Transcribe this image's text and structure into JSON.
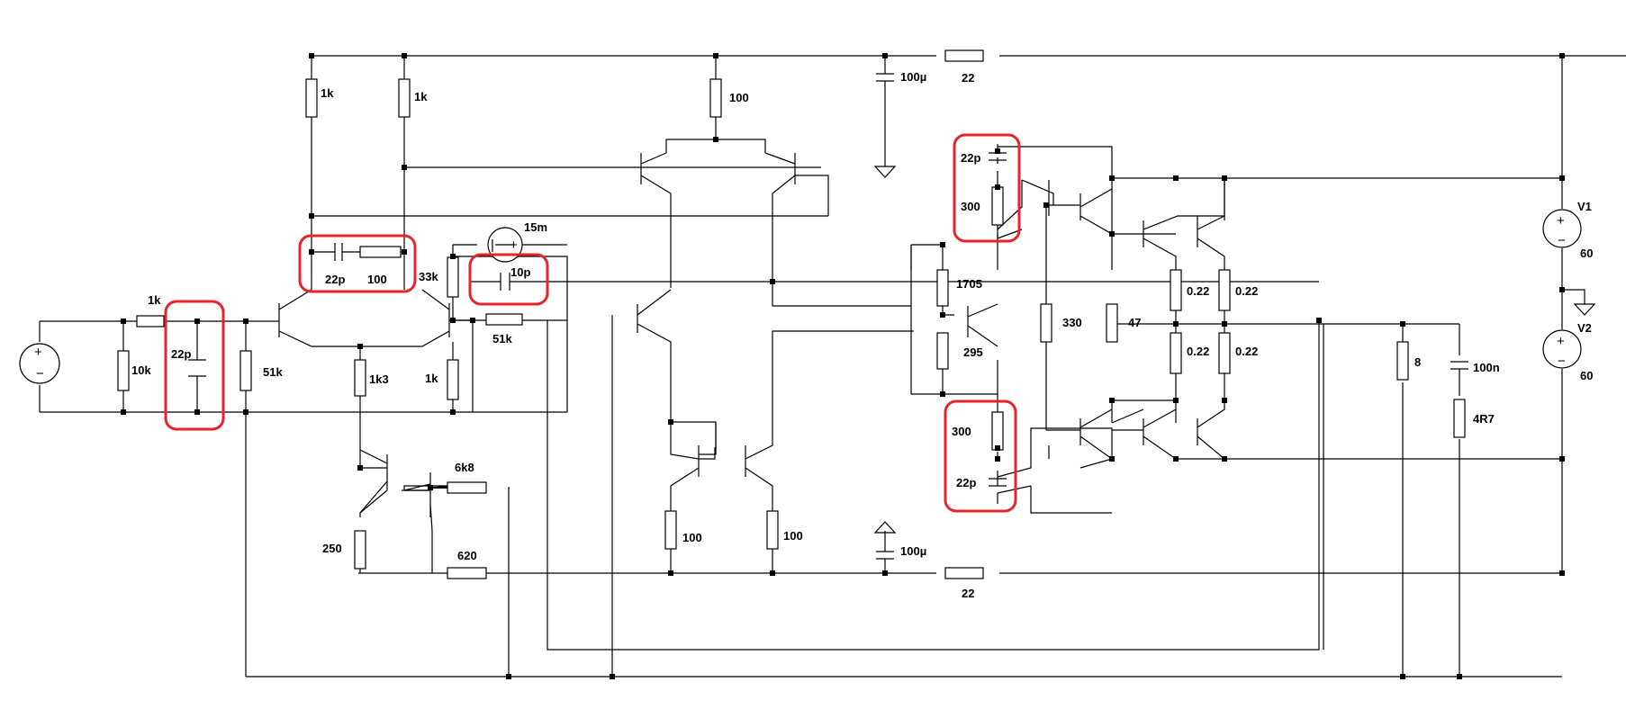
{
  "components": {
    "r_in": "1k",
    "r_in_shunt": "10k",
    "c_in": "22p",
    "r_bias": "51k",
    "r_lta_a": "1k",
    "r_lta_b": "1k",
    "c_comp": "22p",
    "r_comp": "100",
    "r_33k": "33k",
    "c_10p": "10p",
    "i_source": "15m",
    "r_fb": "51k",
    "r_fb_gnd": "1k",
    "r_tail": "1k3",
    "r_6k8": "6k8",
    "r_620": "620",
    "r_250": "250",
    "r_mirror_top": "100",
    "r_mirror_left": "100",
    "r_mirror_right": "100",
    "c_dec_top": "100µ",
    "c_dec_bot": "100µ",
    "r_rail_top": "22",
    "r_rail_bot": "22",
    "c_drv_top": "22p",
    "r_drv_top": "300",
    "r_vbe_top": "1705",
    "r_vbe_bot": "295",
    "r_drv_bot": "300",
    "c_drv_bot": "22p",
    "r_330": "330",
    "r_47": "47",
    "re_1": "0.22",
    "re_2": "0.22",
    "re_3": "0.22",
    "re_4": "0.22",
    "r_load": "8",
    "c_zobel": "100n",
    "r_zobel": "4R7",
    "v1_name": "V1",
    "v1_val": "60",
    "v2_name": "V2",
    "v2_val": "60"
  },
  "highlight_color": "#e8232a"
}
